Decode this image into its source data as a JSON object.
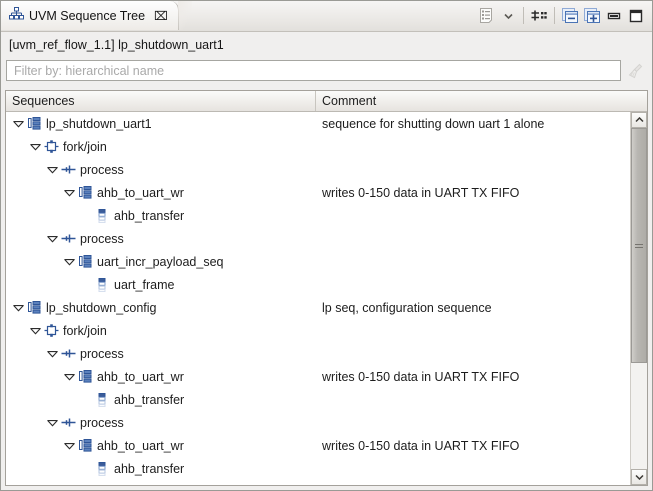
{
  "window": {
    "tab": {
      "icon": "hierarchy-tree-icon",
      "title": "UVM Sequence Tree",
      "close_glyph": "⌧"
    },
    "toolbar": [
      {
        "name": "view-menu-list-icon",
        "label": ""
      },
      {
        "name": "view-menu-chevron-icon",
        "label": ""
      },
      {
        "name": "link-with-editor-icon",
        "label": ""
      },
      {
        "name": "collapse-all-icon",
        "label": ""
      },
      {
        "name": "expand-all-icon",
        "label": ""
      },
      {
        "name": "minimize-icon",
        "label": ""
      },
      {
        "name": "maximize-icon",
        "label": ""
      }
    ]
  },
  "title_line": "[uvm_ref_flow_1.1] lp_shutdown_uart1",
  "filter": {
    "value": "",
    "placeholder": "Filter by: hierarchical name",
    "clear_icon": "broom-icon"
  },
  "table": {
    "columns": [
      {
        "key": "name",
        "label": "Sequences"
      },
      {
        "key": "comment",
        "label": "Comment"
      }
    ],
    "rows": [
      {
        "depth": 0,
        "expander": "expanded",
        "icon": "sequence-icon",
        "name": "lp_shutdown_uart1",
        "comment": "sequence for shutting down uart 1 alone"
      },
      {
        "depth": 1,
        "expander": "expanded",
        "icon": "forkjoin-icon",
        "name": "fork/join",
        "comment": ""
      },
      {
        "depth": 2,
        "expander": "expanded",
        "icon": "process-icon",
        "name": "process",
        "comment": ""
      },
      {
        "depth": 3,
        "expander": "expanded",
        "icon": "sequence-icon",
        "name": "ahb_to_uart_wr",
        "comment": "writes 0-150 data in UART TX FIFO"
      },
      {
        "depth": 4,
        "expander": "none",
        "icon": "transfer-icon",
        "name": "ahb_transfer",
        "comment": ""
      },
      {
        "depth": 2,
        "expander": "expanded",
        "icon": "process-icon",
        "name": "process",
        "comment": ""
      },
      {
        "depth": 3,
        "expander": "expanded",
        "icon": "sequence-icon",
        "name": "uart_incr_payload_seq",
        "comment": ""
      },
      {
        "depth": 4,
        "expander": "none",
        "icon": "transfer-icon",
        "name": "uart_frame",
        "comment": ""
      },
      {
        "depth": 0,
        "expander": "expanded",
        "icon": "sequence-icon",
        "name": "lp_shutdown_config",
        "comment": "lp seq, configuration sequence"
      },
      {
        "depth": 1,
        "expander": "expanded",
        "icon": "forkjoin-icon",
        "name": "fork/join",
        "comment": ""
      },
      {
        "depth": 2,
        "expander": "expanded",
        "icon": "process-icon",
        "name": "process",
        "comment": ""
      },
      {
        "depth": 3,
        "expander": "expanded",
        "icon": "sequence-icon",
        "name": "ahb_to_uart_wr",
        "comment": "writes 0-150 data in UART TX FIFO"
      },
      {
        "depth": 4,
        "expander": "none",
        "icon": "transfer-icon",
        "name": "ahb_transfer",
        "comment": ""
      },
      {
        "depth": 2,
        "expander": "expanded",
        "icon": "process-icon",
        "name": "process",
        "comment": ""
      },
      {
        "depth": 3,
        "expander": "expanded",
        "icon": "sequence-icon",
        "name": "ahb_to_uart_wr",
        "comment": "writes 0-150 data in UART TX FIFO"
      },
      {
        "depth": 4,
        "expander": "none",
        "icon": "transfer-icon",
        "name": "ahb_transfer",
        "comment": ""
      }
    ]
  },
  "scrollbar": {
    "up_glyph": "∧",
    "down_glyph": "∨",
    "thumb_top_pct": 0,
    "thumb_height_pct": 69
  },
  "colors": {
    "icon_blue": "#2f5597",
    "icon_blue_light": "#8faad6",
    "text": "#1d1d1d",
    "placeholder": "#a9a9a9",
    "chrome": "#f0efee"
  }
}
